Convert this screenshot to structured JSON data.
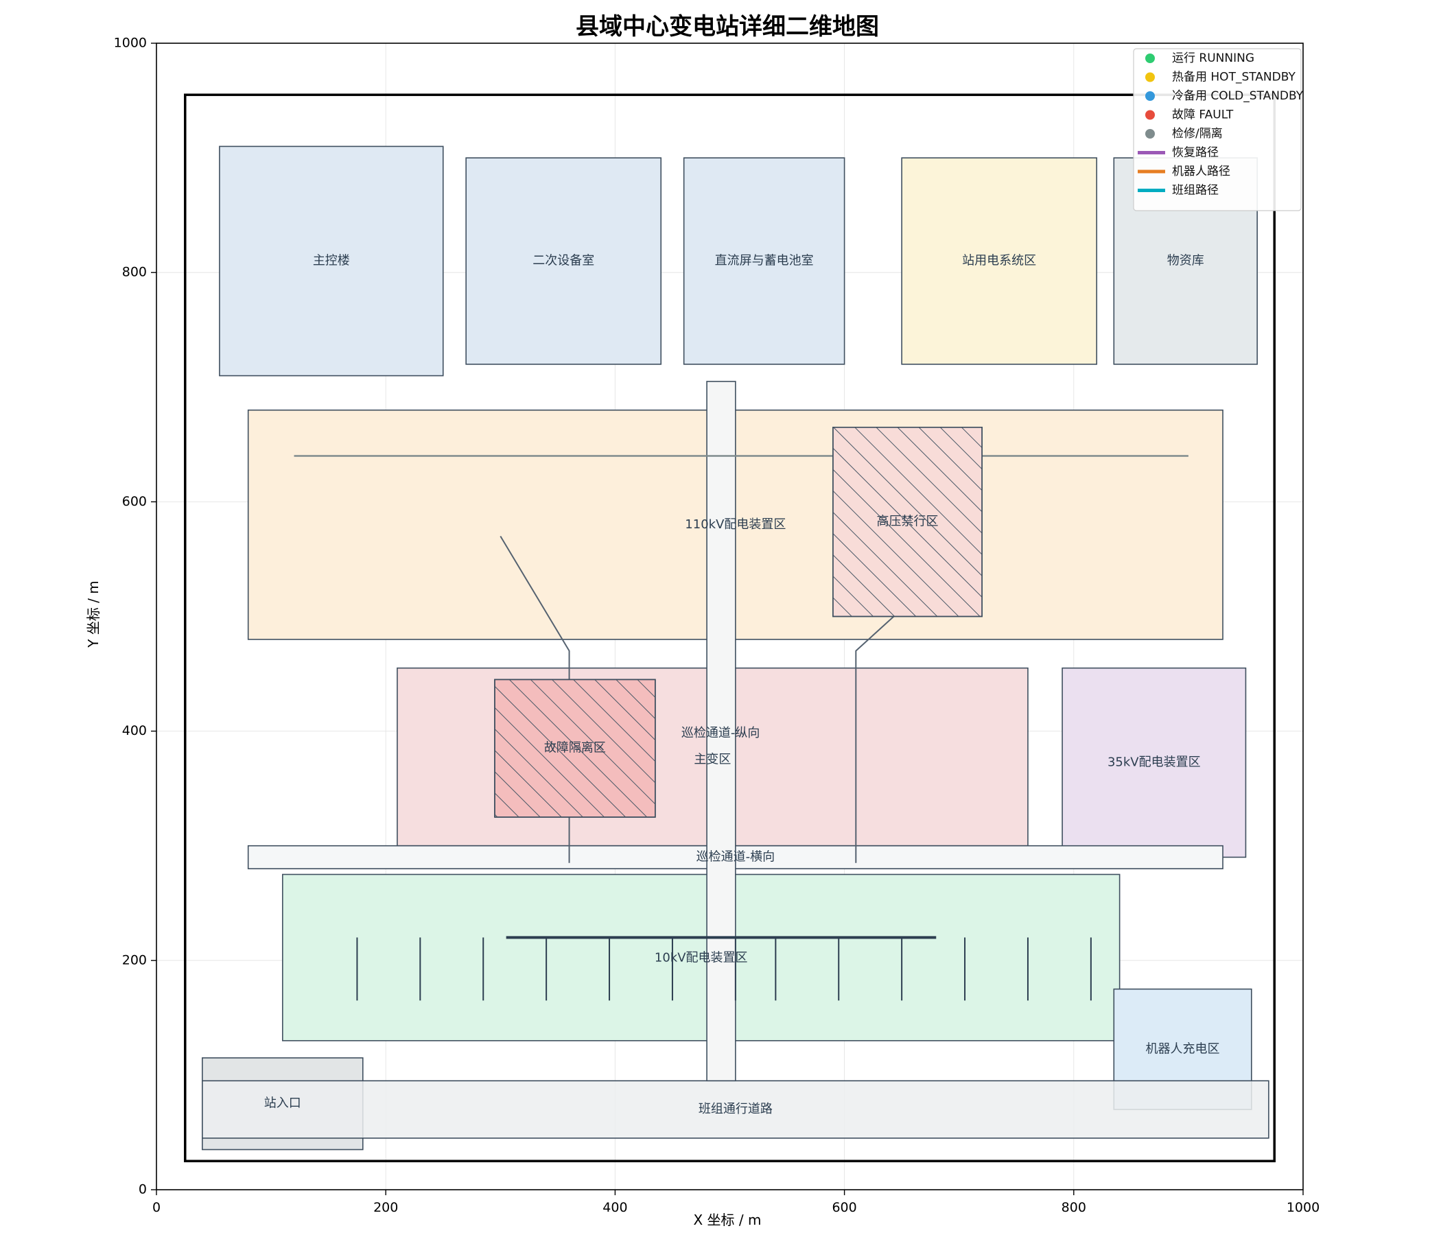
{
  "title": "县域中心变电站详细二维地图",
  "x_label": "X 坐标 / m",
  "y_label": "Y 坐标 / m",
  "x_ticks": [
    0,
    200,
    400,
    600,
    800,
    1000
  ],
  "y_ticks": [
    0,
    200,
    400,
    600,
    800,
    1000
  ],
  "xlim": [
    0,
    1000
  ],
  "ylim": [
    0,
    1000
  ],
  "grid": true,
  "legend_position": "top-right",
  "legend": [
    {
      "label": "运行 RUNNING",
      "kind": "dot",
      "color": "#2ecc71"
    },
    {
      "label": "热备用 HOT_STANDBY",
      "kind": "dot",
      "color": "#f1c40f"
    },
    {
      "label": "冷备用 COLD_STANDBY",
      "kind": "dot",
      "color": "#3498db"
    },
    {
      "label": "故障 FAULT",
      "kind": "dot",
      "color": "#e74c3c"
    },
    {
      "label": "检修/隔离",
      "kind": "dot",
      "color": "#7f8c8d"
    },
    {
      "label": "恢复路径",
      "kind": "line",
      "color": "#9b59b6"
    },
    {
      "label": "机器人路径",
      "kind": "line",
      "color": "#e67e22"
    },
    {
      "label": "班组路径",
      "kind": "line",
      "color": "#00acc1"
    }
  ],
  "site_boundary": {
    "x0": 25,
    "y0": 25,
    "x1": 975,
    "y1": 955
  },
  "zones": [
    {
      "name": "主控楼",
      "x0": 55,
      "y0": 710,
      "x1": 250,
      "y1": 910,
      "fill": "#dfe9f3"
    },
    {
      "name": "二次设备室",
      "x0": 270,
      "y0": 720,
      "x1": 440,
      "y1": 900,
      "fill": "#dfe9f3"
    },
    {
      "name": "直流屏与蓄电池室",
      "x0": 460,
      "y0": 720,
      "x1": 600,
      "y1": 900,
      "fill": "#dfe9f3"
    },
    {
      "name": "站用电系统区",
      "x0": 650,
      "y0": 720,
      "x1": 820,
      "y1": 900,
      "fill": "#fcf4d9"
    },
    {
      "name": "物资库",
      "x0": 835,
      "y0": 720,
      "x1": 960,
      "y1": 900,
      "fill": "#e5eaec"
    },
    {
      "name": "110kV配电装置区",
      "x0": 80,
      "y0": 480,
      "x1": 930,
      "y1": 680,
      "fill": "#fdefdb",
      "label_x": 505,
      "label_y": 580
    },
    {
      "name": "主变区",
      "x0": 210,
      "y0": 300,
      "x1": 760,
      "y1": 455,
      "fill": "#f6dedf",
      "label_x": 485,
      "label_y": 375
    },
    {
      "name": "35kV配电装置区",
      "x0": 790,
      "y0": 290,
      "x1": 950,
      "y1": 455,
      "fill": "#ebe0f0"
    },
    {
      "name": "10kV配电装置区",
      "x0": 110,
      "y0": 130,
      "x1": 840,
      "y1": 275,
      "fill": "#dcf5e7",
      "label_x": 475,
      "label_y": 202
    },
    {
      "name": "机器人充电区",
      "x0": 835,
      "y0": 70,
      "x1": 955,
      "y1": 175,
      "fill": "#dcebf7"
    },
    {
      "name": "站入口",
      "x0": 40,
      "y0": 35,
      "x1": 180,
      "y1": 115,
      "fill": "#e2e5e6"
    },
    {
      "name": "班组通行道路",
      "x0": 40,
      "y0": 45,
      "x1": 970,
      "y1": 95,
      "fill": "#eceef0",
      "opacity": 0.85
    },
    {
      "name": "巡检通道-横向",
      "x0": 80,
      "y0": 280,
      "x1": 930,
      "y1": 300,
      "fill": "#f5f7f8"
    },
    {
      "name": "巡检通道-纵向",
      "x0": 480,
      "y0": 95,
      "x1": 505,
      "y1": 705,
      "fill": "#f5f6f6",
      "label_x": 492,
      "label_y": 398
    }
  ],
  "restricted_zones": [
    {
      "name": "高压禁行区",
      "x0": 590,
      "y0": 500,
      "x1": 720,
      "y1": 665,
      "fill": "#f8dcd8"
    },
    {
      "name": "故障隔离区",
      "x0": 295,
      "y0": 325,
      "x1": 435,
      "y1": 445,
      "fill": "#f4bdbd"
    }
  ],
  "lines": [
    {
      "points": [
        [
          120,
          640
        ],
        [
          900,
          640
        ]
      ],
      "color": "#7f8c8d",
      "width": 2.5
    },
    {
      "points": [
        [
          300,
          570
        ],
        [
          360,
          470
        ],
        [
          360,
          285
        ]
      ],
      "color": "#556270",
      "width": 2
    },
    {
      "points": [
        [
          720,
          570
        ],
        [
          610,
          470
        ],
        [
          610,
          285
        ]
      ],
      "color": "#556270",
      "width": 2
    },
    {
      "points": [
        [
          305,
          220
        ],
        [
          680,
          220
        ]
      ],
      "color": "#2c3e50",
      "width": 4
    }
  ],
  "feeders_10kv": {
    "x": [
      175,
      230,
      285,
      340,
      395,
      450,
      505,
      540,
      595,
      650,
      705,
      760,
      815
    ],
    "y_top": 220,
    "y_bottom": 165
  }
}
